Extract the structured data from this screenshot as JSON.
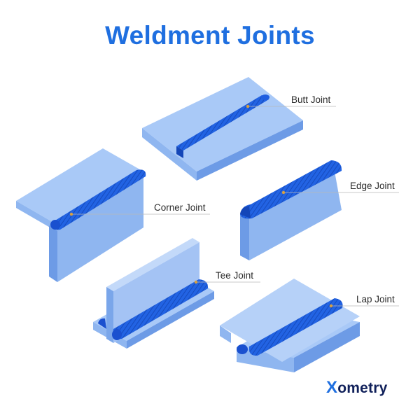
{
  "title": "Weldment Joints",
  "joints": {
    "butt": "Butt Joint",
    "corner": "Corner Joint",
    "edge": "Edge Joint",
    "tee": "Tee Joint",
    "lap": "Lap Joint"
  },
  "logo": {
    "mark": "X",
    "text": "ometry"
  },
  "colors": {
    "title": "#1f6fe0",
    "plate_top": "#a9c9f7",
    "plate_front": "#8fb6f0",
    "plate_side": "#6d9be6",
    "weld": "#1f62e6",
    "weld_dark": "#1446b8",
    "leader_dot": "#d8a040"
  }
}
